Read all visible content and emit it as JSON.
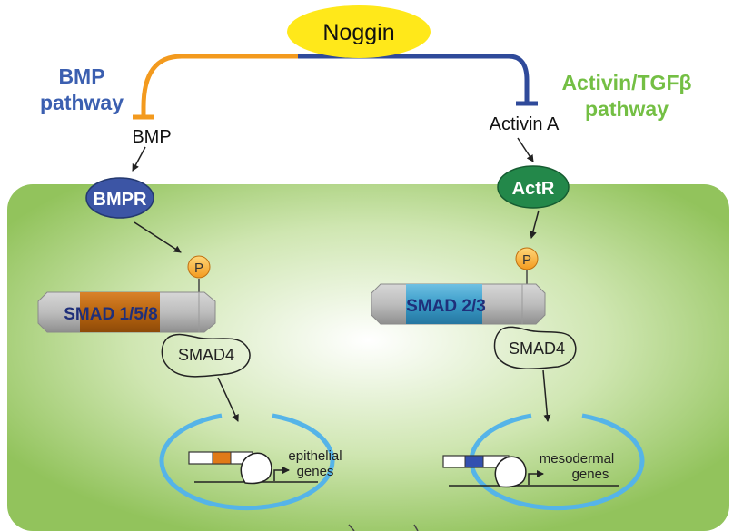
{
  "inhibitor": {
    "label": "Noggin"
  },
  "left_pathway": {
    "title_line1": "BMP",
    "title_line2": "pathway",
    "ligand": "BMP",
    "receptor": "BMPR",
    "phospho": "P",
    "smad": "SMAD 1/5/8",
    "cosmad": "SMAD4",
    "genes_line1": "epithelial",
    "genes_line2": "genes"
  },
  "right_pathway": {
    "title_line1": "Activin/TGFβ",
    "title_line2": "pathway",
    "ligand": "Activin A",
    "receptor": "ActR",
    "phospho": "P",
    "smad": "SMAD 2/3",
    "cosmad": "SMAD4",
    "genes_line1": "mesodermal",
    "genes_line2": "genes"
  },
  "colors": {
    "bmp_blue": "#3b5fb0",
    "activin_green": "#74bf44",
    "noggin_yellow": "#ffe81a",
    "bmp_line": "#f39a1e",
    "activin_line": "#2f4a9a",
    "receptor_blue": "#3c55a5",
    "receptor_green": "#23884a",
    "smad_orange": "#b8650f",
    "smad_teal": "#3a9cc8",
    "nucleus_blue": "#55b4e8",
    "cell_green": "#9cc96a"
  }
}
